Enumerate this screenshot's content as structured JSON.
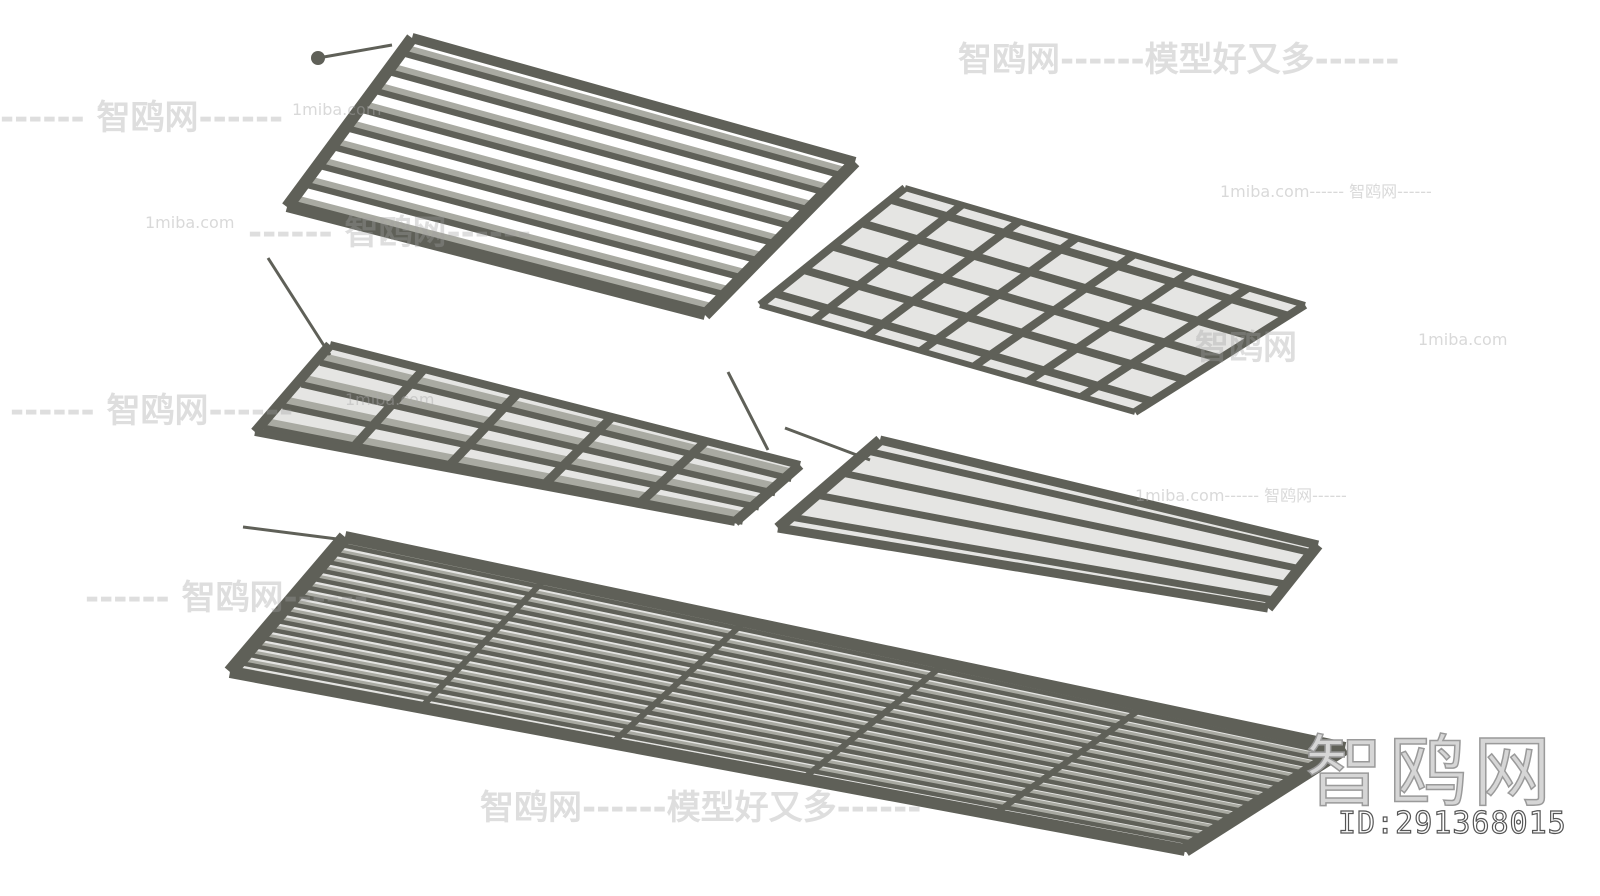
{
  "watermarks": {
    "brand_slogan": "智鸥网------模型好又多------",
    "brand_dash": "------ 智鸥网------",
    "brand": "智鸥网",
    "domain": "1miba.com",
    "domain_dash": "1miba.com------ 智鸥网------"
  },
  "logo": {
    "text": "智鸥网"
  },
  "id_label": "ID:291368015",
  "colors": {
    "frame": "#5f6058",
    "slat": "#a9aaa2",
    "glass": "#cfd0cc",
    "watermark": "#b8b8b8"
  },
  "canopies": [
    {
      "name": "louver-canopy",
      "type": "louver"
    },
    {
      "name": "glass-grid-canopy",
      "type": "grid"
    },
    {
      "name": "glass-frame-canopy",
      "type": "frame"
    },
    {
      "name": "glass-spider-canopy",
      "type": "spider"
    },
    {
      "name": "curved-long-canopy",
      "type": "curved"
    }
  ]
}
